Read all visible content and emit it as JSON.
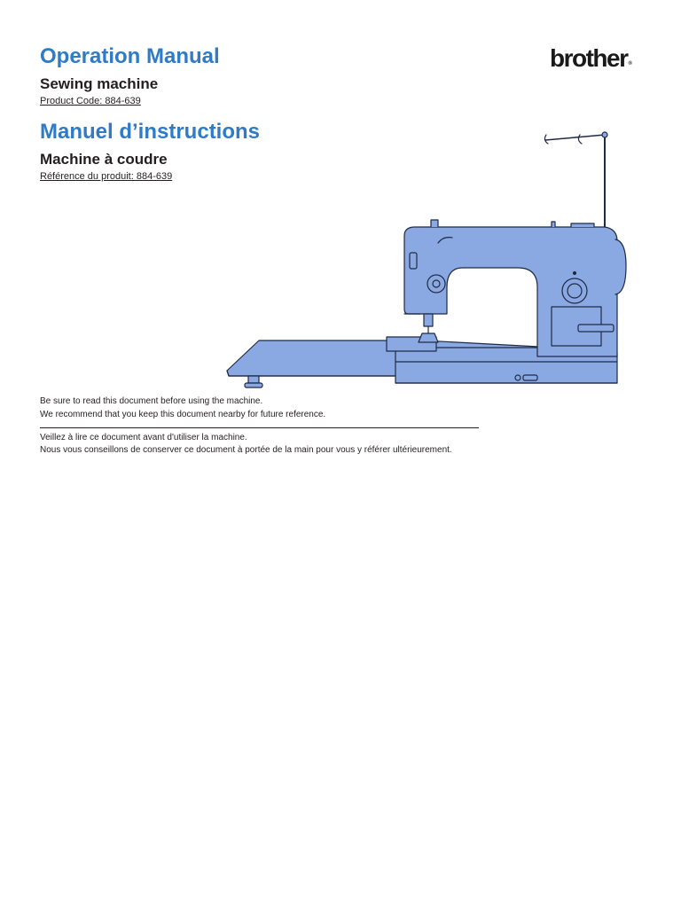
{
  "brand": {
    "name": "brother"
  },
  "english": {
    "title": "Operation Manual",
    "subtitle": "Sewing machine",
    "product_code": "Product Code: 884-639",
    "note_line1": "Be sure to read this document before using the machine.",
    "note_line2": "We recommend that you keep this document nearby for future reference."
  },
  "french": {
    "title": "Manuel d’instructions",
    "subtitle": "Machine à coudre",
    "product_code": "Référence du produit: 884-639",
    "note_line1": "Veillez à lire ce document avant d'utiliser la machine.",
    "note_line2": "Nous vous conseillons de conserver ce document à portée de la main pour vous y référer ultérieurement."
  },
  "colors": {
    "title_blue": "#2f7bc6",
    "machine_fill": "#8aa9e3",
    "machine_stroke": "#1f2a44"
  }
}
